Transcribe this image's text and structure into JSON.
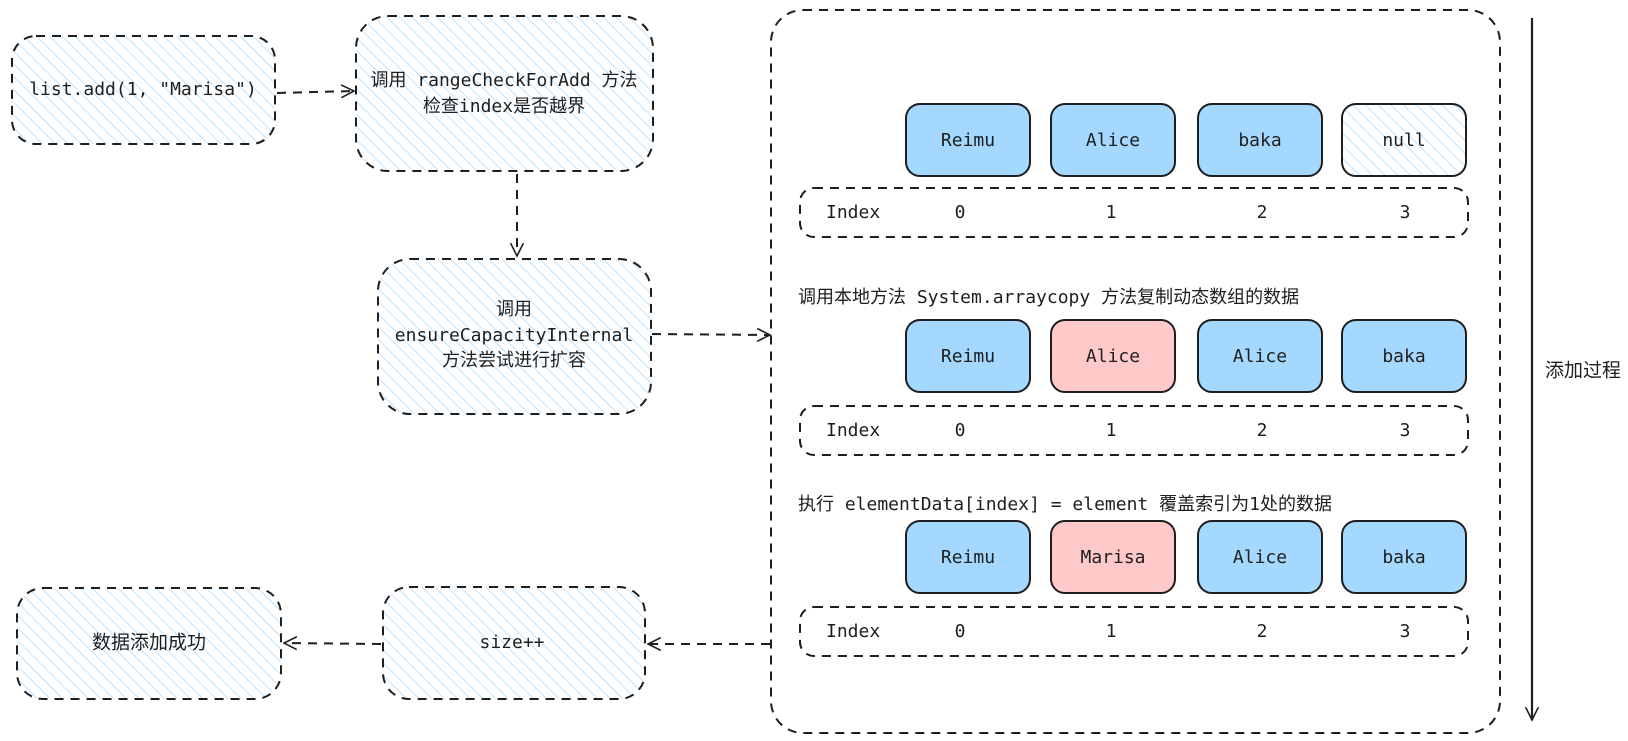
{
  "flow": {
    "start": "list.add(1, \"Marisa\")",
    "range_check": [
      "调用 rangeCheckForAdd 方法",
      "检查index是否越界"
    ],
    "ensure_capacity": [
      "调用",
      "ensureCapacityInternal",
      "方法尝试进行扩容"
    ],
    "size_inc": "size++",
    "success": "数据添加成功"
  },
  "process": {
    "side_label": "添加过程",
    "index_label": "Index",
    "indices": [
      "0",
      "1",
      "2",
      "3"
    ],
    "step1": {
      "caption": "",
      "cells": [
        {
          "label": "Reimu",
          "state": "filled"
        },
        {
          "label": "Alice",
          "state": "filled"
        },
        {
          "label": "baka",
          "state": "filled"
        },
        {
          "label": "null",
          "state": "empty"
        }
      ]
    },
    "step2": {
      "caption": "调用本地方法 System.arraycopy 方法复制动态数组的数据",
      "cells": [
        {
          "label": "Reimu",
          "state": "filled"
        },
        {
          "label": "Alice",
          "state": "highlight"
        },
        {
          "label": "Alice",
          "state": "filled"
        },
        {
          "label": "baka",
          "state": "filled"
        }
      ]
    },
    "step3": {
      "caption": "执行 elementData[index] = element 覆盖索引为1处的数据",
      "cells": [
        {
          "label": "Reimu",
          "state": "filled"
        },
        {
          "label": "Marisa",
          "state": "highlight"
        },
        {
          "label": "Alice",
          "state": "filled"
        },
        {
          "label": "baka",
          "state": "filled"
        }
      ]
    }
  },
  "colors": {
    "stroke": "#1e1e1e",
    "hatch": "#a5d8ff",
    "cell_fill": "#a5d8ff",
    "highlight_fill": "#ffc9c9"
  }
}
